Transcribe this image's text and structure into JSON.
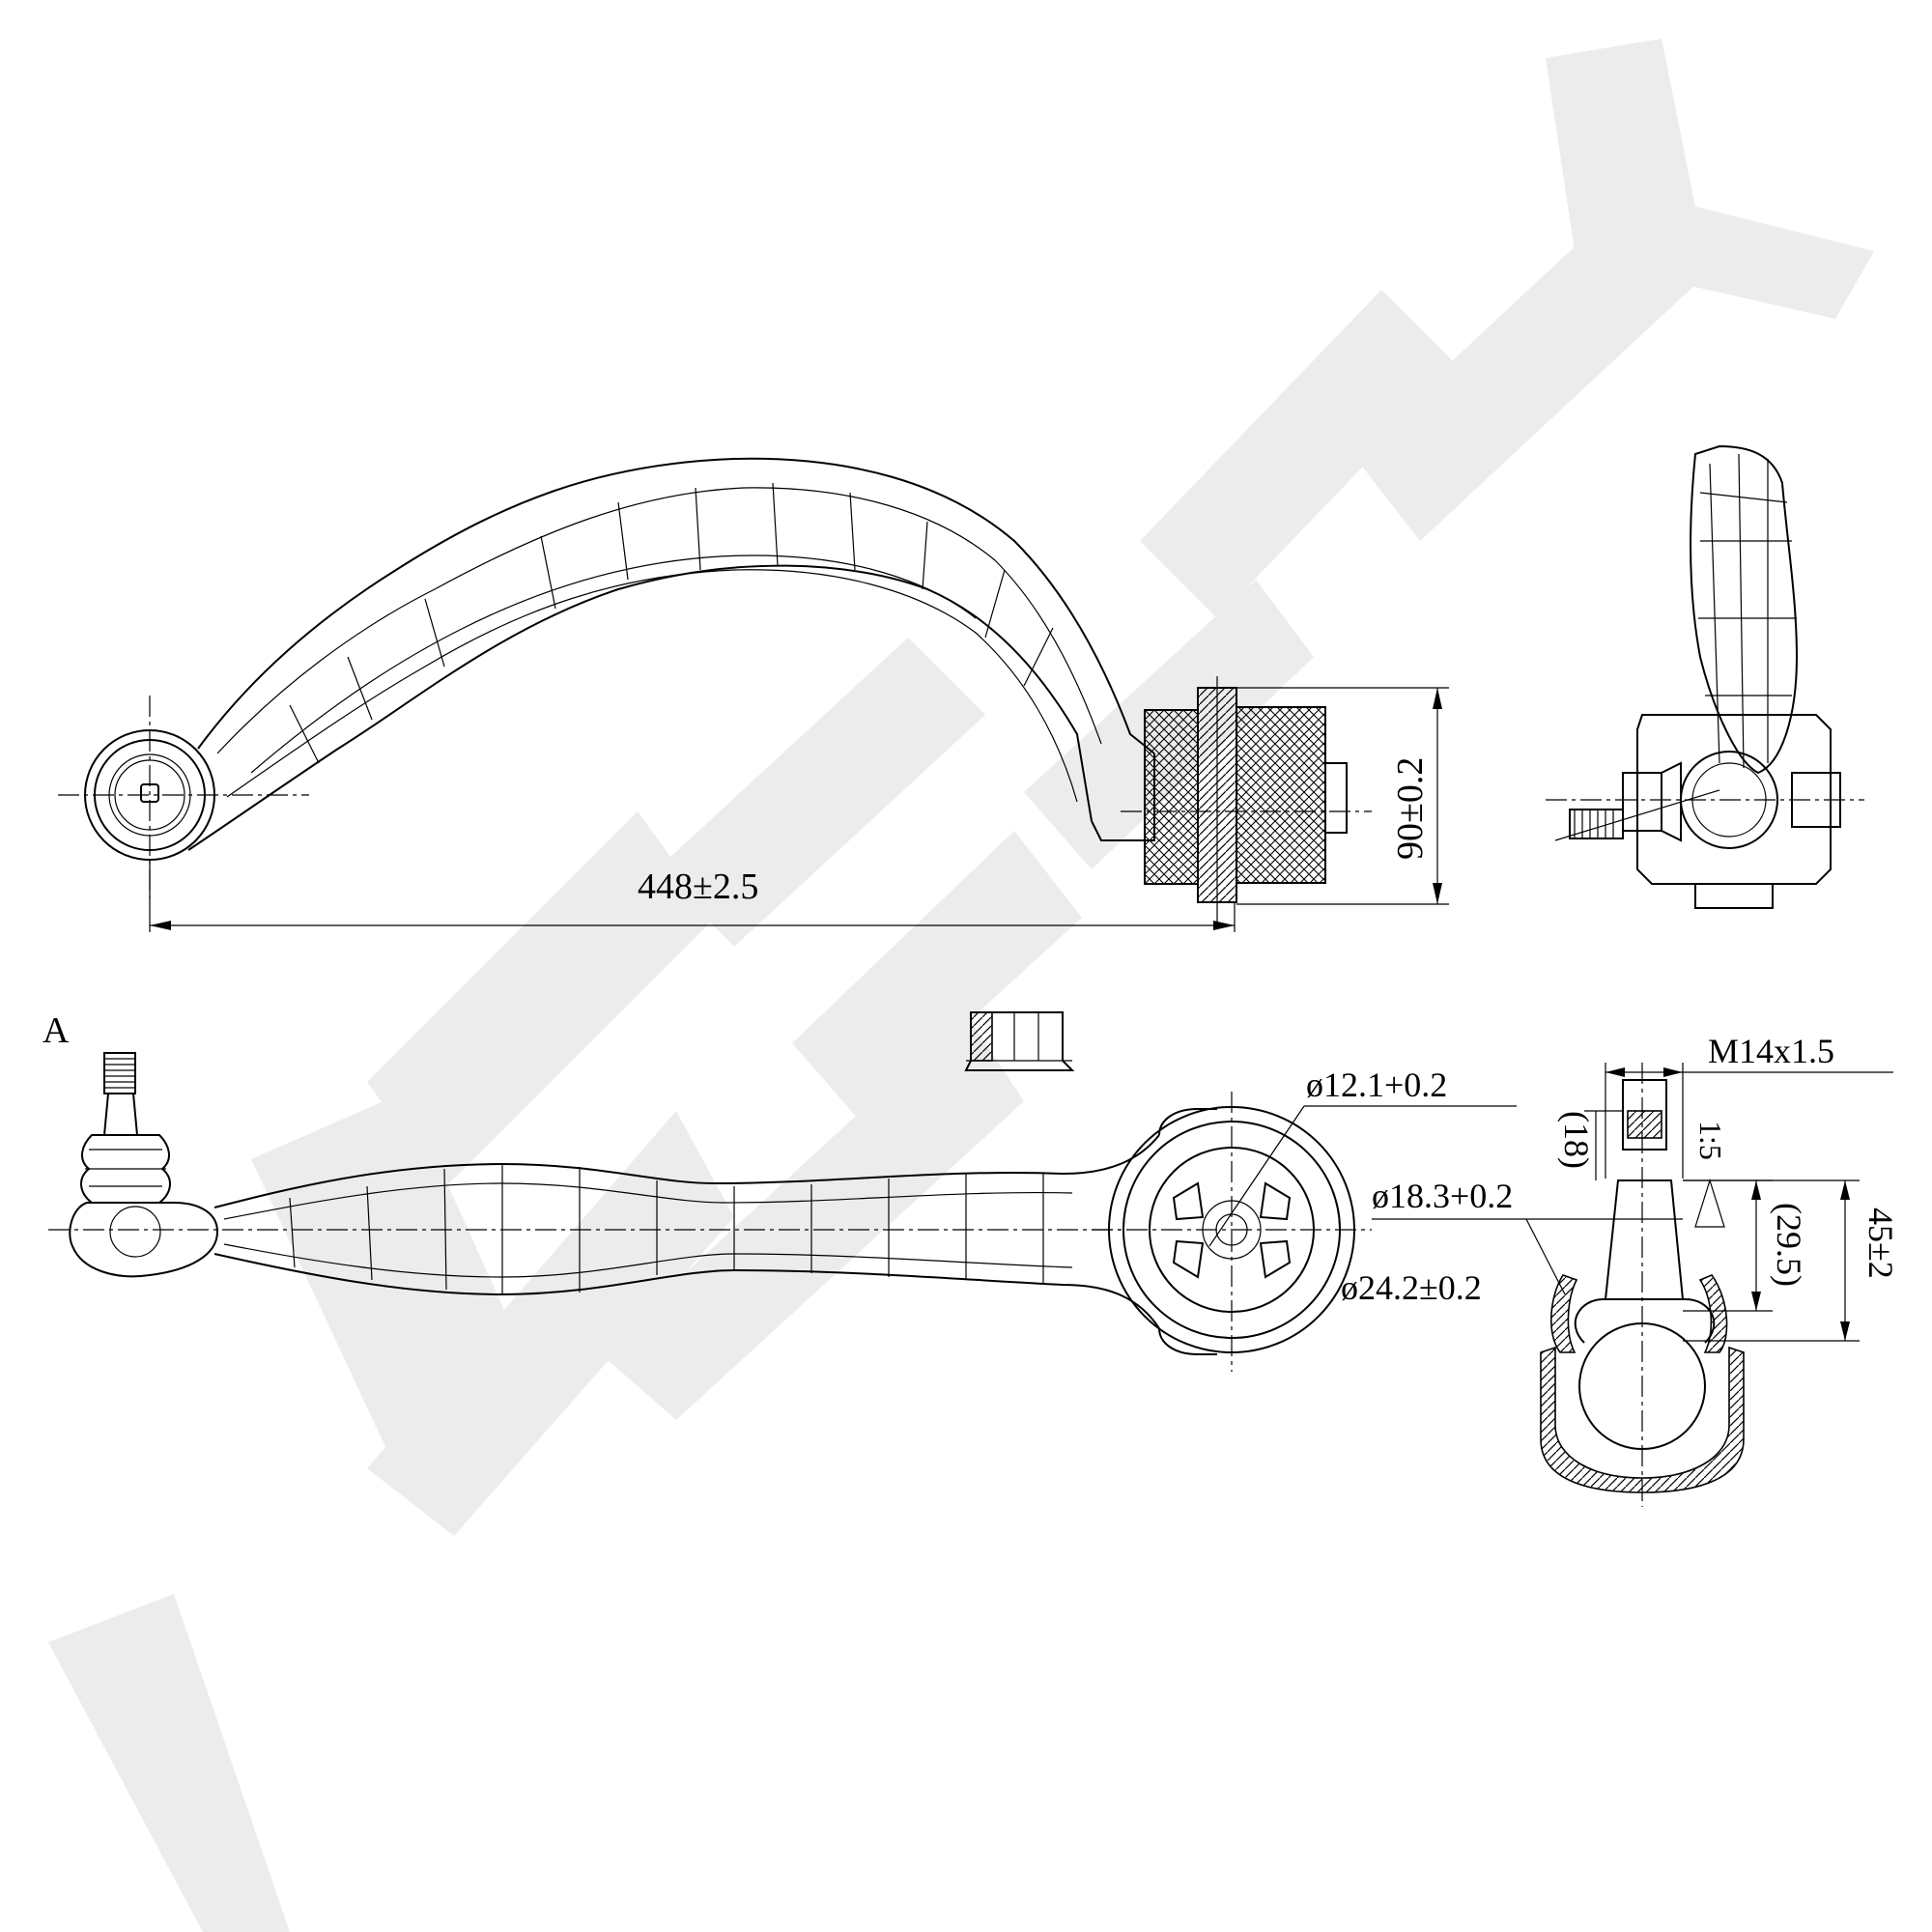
{
  "watermark": {
    "text": "ZENIEK"
  },
  "view_label": "A",
  "dimensions": {
    "length": "448±2.5",
    "bushing_width": "90±0.2",
    "bore_diameter": "ø12.1+0.2",
    "thread": "M14x1.5",
    "taper_small_diameter": "ø18.3+0.2",
    "taper_large_diameter": "ø24.2±0.2",
    "stud_height": "(18)",
    "taper_ratio": "1:5",
    "taper_length": "(29.5)",
    "total_height": "45±2"
  }
}
